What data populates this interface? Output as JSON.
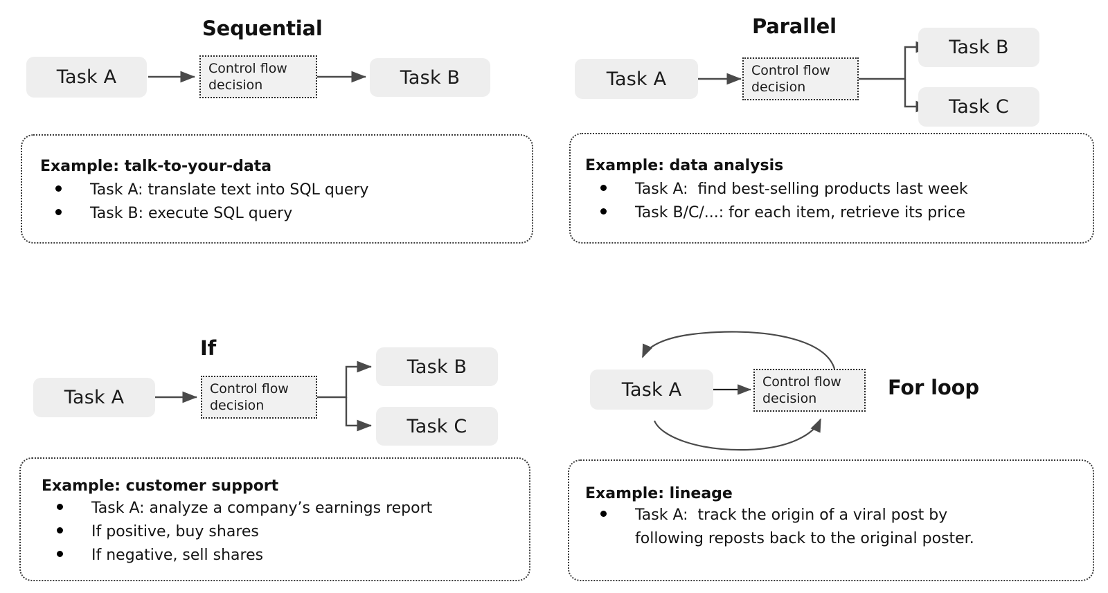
{
  "colors": {
    "task_box_fill": "#eeeeee",
    "decision_box_fill": "#f1f1f1",
    "border_dotted": "#2b2b2b",
    "connector": "#4a4a4a",
    "text": "#1a1a1a",
    "background": "#ffffff"
  },
  "labels": {
    "task_a": "Task A",
    "task_b": "Task B",
    "task_c": "Task C",
    "decision_line1": "Control flow",
    "decision_line2": "decision"
  },
  "panels": {
    "sequential": {
      "title": "Sequential",
      "nodes": {
        "task_a": "Task A",
        "decision_line1": "Control flow",
        "decision_line2": "decision",
        "task_b": "Task B"
      },
      "example": {
        "title": "Example: talk-to-your-data",
        "items": [
          "Task A: translate text into SQL query",
          "Task B: execute SQL query"
        ]
      }
    },
    "parallel": {
      "title": "Parallel",
      "nodes": {
        "task_a": "Task A",
        "decision_line1": "Control flow",
        "decision_line2": "decision",
        "task_b": "Task B",
        "task_c": "Task C"
      },
      "example": {
        "title": "Example: data analysis",
        "items": [
          "Task A:  find best-selling products last week",
          "Task B/C/...: for each item, retrieve its price"
        ]
      }
    },
    "if": {
      "title": "If",
      "nodes": {
        "task_a": "Task A",
        "decision_line1": "Control flow",
        "decision_line2": "decision",
        "task_b": "Task B",
        "task_c": "Task C"
      },
      "example": {
        "title": "Example: customer support",
        "items": [
          "Task A: analyze a company’s earnings report",
          "If positive, buy shares",
          "If negative, sell shares"
        ]
      }
    },
    "for_loop": {
      "title": "For loop",
      "nodes": {
        "task_a": "Task A",
        "decision_line1": "Control flow",
        "decision_line2": "decision"
      },
      "example": {
        "title": "Example: lineage",
        "items": [
          "Task A:  track the origin of a viral post by\nfollowing reposts back to the original poster."
        ]
      }
    }
  }
}
